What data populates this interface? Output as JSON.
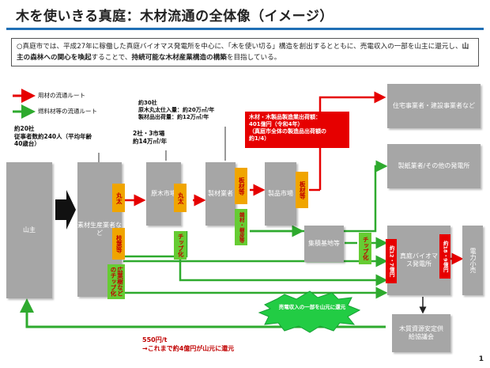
{
  "title": "木を使いきる真庭：木材流通の全体像（イメージ）",
  "intro": {
    "part1": "○真庭市では、平成27年に稼働した真庭バイオマス発電所を中心に、「木を使い切る」構造を創出するとともに、売電収入の一部を山主に還元し、",
    "bold1": "山主の森林への関心を喚起",
    "part2": "することで、",
    "bold2": "持続可能な木材産業構造の構築",
    "part3": "を目指している。"
  },
  "legend": {
    "red": "用材の流通ルート",
    "green": "燃料材等の流通ルート"
  },
  "notes": {
    "forest": "約20社\n従事者数約240人（平均年齢\n40歳台）",
    "market": "2社・3市場\n約14万㎥/年",
    "mill": "約30社\n原木丸太仕入量：約20万㎥/年\n製材品出荷量：約12万㎥/年",
    "shipment": "木材・木製品製造業出荷額：\n401億円（令和4年）\n（真庭市全体の製造品出荷額の\n約1/4）",
    "return": "550円/t\n→これまで約4億円が山元に還元"
  },
  "boxes": {
    "yamanushi": "山主",
    "logging": "素材生産業者など",
    "market": "原木市場",
    "sawmill": "製材業者",
    "product_market": "製品市場",
    "gathering": "集積基地等",
    "housing": "住宅事業者・建設事業者など",
    "paper": "製紙業者/その他の発電所",
    "plant": "真庭バイオマス発電所",
    "power": "電力小売",
    "council": "木質資源安定供給協議会"
  },
  "tags": {
    "maruta1": "丸太",
    "maruta2": "丸太",
    "edazai": "枝葉等",
    "chip_hiroku": "広葉樹などのチップ化",
    "chip_market": "チップ化",
    "itazai_mill": "板材等",
    "hasai": "端材・樹皮等",
    "itazai_product": "板材等",
    "chip_gather": "チップ化",
    "amount_in": "約12・7億円",
    "amount_out": "約18・9億円"
  },
  "burst": "売電収入の一部を山元に還元",
  "page_number": "1",
  "colors": {
    "route_red": "#e60000",
    "route_green": "#2eaa2e",
    "box_gray": "#a6a6a6",
    "rule_blue": "#1f6fb5"
  }
}
